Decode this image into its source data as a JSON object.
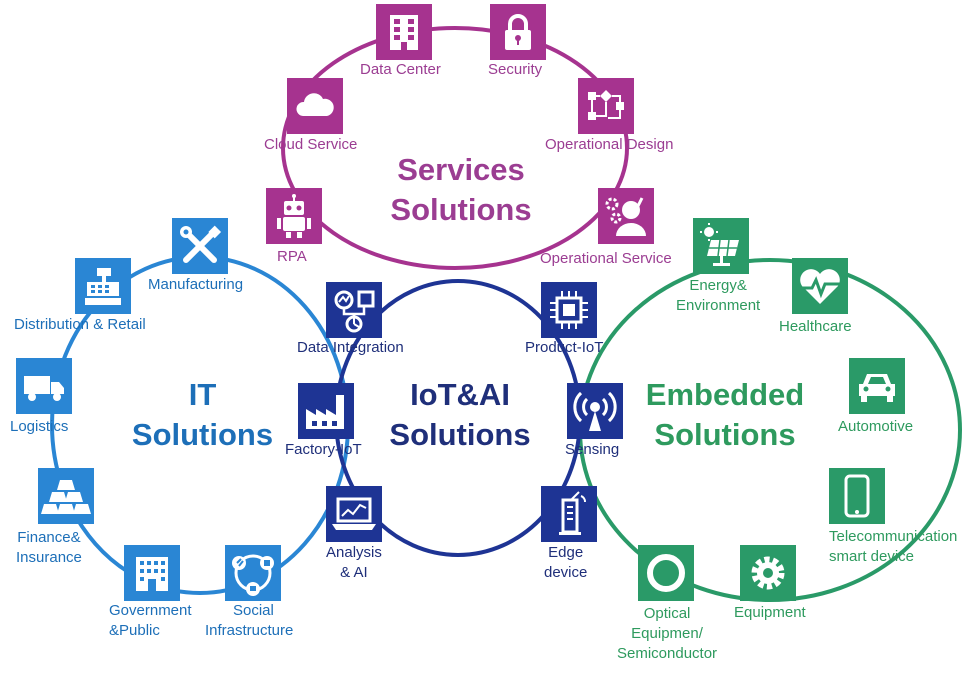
{
  "colors": {
    "services": "#a6338f",
    "services_text": "#9b3d92",
    "it": "#2a86d4",
    "it_text": "#1d6fb8",
    "iot": "#1e3494",
    "iot_text": "#1f2f7a",
    "embedded": "#2a9a68",
    "embedded_text": "#2e9a5e"
  },
  "services": {
    "title_line1": "Services",
    "title_line2": "Solutions",
    "items": {
      "data_center": {
        "label": "Data Center",
        "icon": "building-icon"
      },
      "security": {
        "label": "Security",
        "icon": "lock-icon"
      },
      "operational_design": {
        "label": "Operational Design",
        "icon": "flowchart-icon"
      },
      "cloud_service": {
        "label": "Cloud Service",
        "icon": "cloud-icon"
      },
      "operational_service": {
        "label": "Operational Service",
        "icon": "person-gears-icon"
      },
      "rpa": {
        "label": "RPA",
        "icon": "robot-icon"
      }
    }
  },
  "it": {
    "title_line1": "IT",
    "title_line2": "Solutions",
    "items": {
      "manufacturing": {
        "label": "Manufacturing",
        "icon": "wrench-screwdriver-icon"
      },
      "distribution_retail": {
        "label": "Distribution & Retail",
        "icon": "cash-register-icon"
      },
      "logistics": {
        "label": "Logistics",
        "icon": "truck-icon"
      },
      "finance": {
        "label1": "Finance&",
        "label2": "Insurance",
        "icon": "gold-bars-icon"
      },
      "government": {
        "label1": "Government",
        "label2": "&Public",
        "icon": "government-building-icon"
      },
      "social": {
        "label1": "Social",
        "label2": "Infrastructure",
        "icon": "infrastructure-icon"
      }
    }
  },
  "iot": {
    "title_line1": "IoT&AI",
    "title_line2": "Solutions",
    "items": {
      "data_integration": {
        "label": "Data Integration",
        "icon": "data-integration-icon"
      },
      "product_iot": {
        "label": "Product-IoT",
        "icon": "chip-icon"
      },
      "factory_iot": {
        "label": "Factory-IoT",
        "icon": "factory-icon"
      },
      "sensing": {
        "label": "Sensing",
        "icon": "antenna-icon"
      },
      "analysis_ai": {
        "label1": "Analysis",
        "label2": "& AI",
        "icon": "laptop-chart-icon"
      },
      "edge_device": {
        "label1": "Edge",
        "label2": "device",
        "icon": "router-icon"
      }
    }
  },
  "embedded": {
    "title_line1": "Embedded",
    "title_line2": "Solutions",
    "items": {
      "energy": {
        "label1": "Energy&",
        "label2": "Environment",
        "icon": "solar-panel-icon"
      },
      "healthcare": {
        "label": "Healthcare",
        "icon": "heart-pulse-icon"
      },
      "automotive": {
        "label": "Automotive",
        "icon": "car-icon"
      },
      "telecom": {
        "label1": "Telecommunication",
        "label2": "smart device",
        "icon": "smartphone-icon"
      },
      "equipment": {
        "label": "Equipment",
        "icon": "gear-icon"
      },
      "optical": {
        "label1": "Optical",
        "label2": "Equipmen/",
        "label3": "Semiconductor",
        "icon": "optical-ring-icon"
      }
    }
  }
}
